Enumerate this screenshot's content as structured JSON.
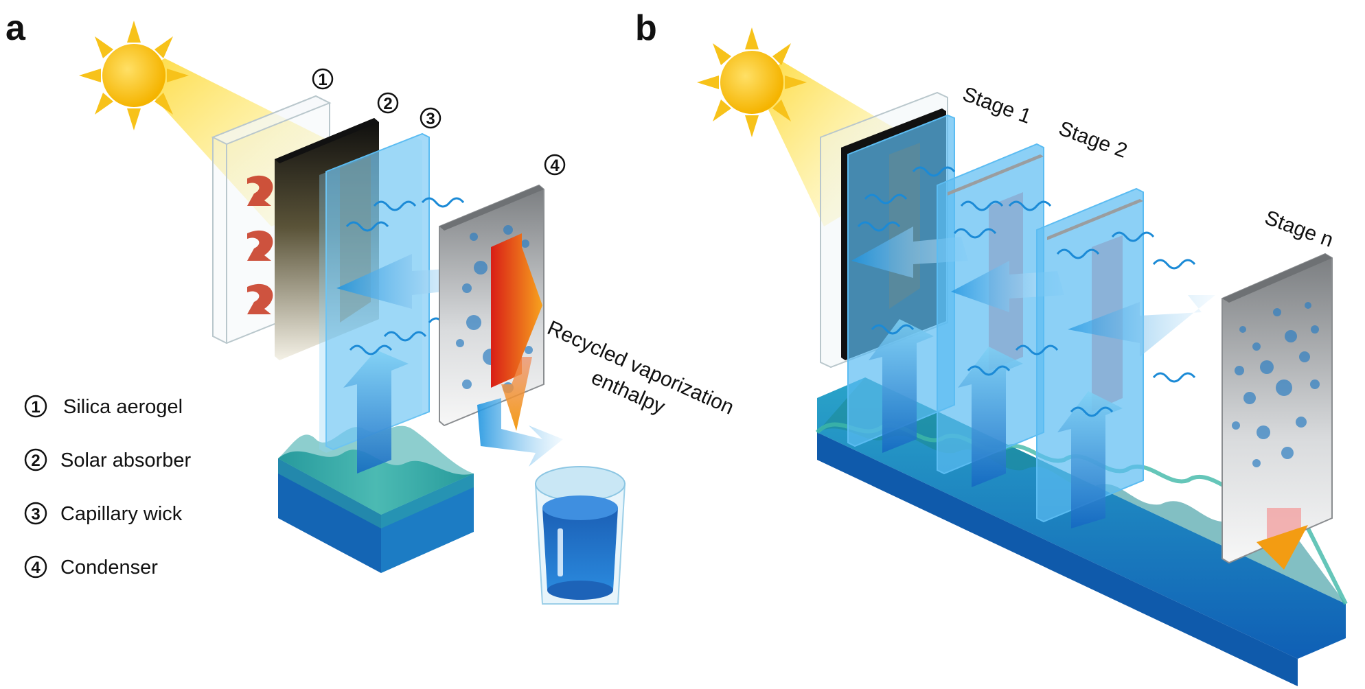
{
  "panel_a": {
    "letter": "a",
    "layer_numbers": [
      "1",
      "2",
      "3",
      "4"
    ],
    "recycled_text_line1": "Recycled vaporization",
    "recycled_text_line2": "enthalpy",
    "legend": [
      {
        "num": "1",
        "label": "Silica aerogel"
      },
      {
        "num": "2",
        "label": "Solar absorber"
      },
      {
        "num": "3",
        "label": "Capillary wick"
      },
      {
        "num": "4",
        "label": "Condenser"
      }
    ]
  },
  "panel_b": {
    "letter": "b",
    "stage_labels": [
      "Stage 1",
      "Stage 2",
      "Stage n"
    ]
  },
  "colors": {
    "sun": "#f7c21a",
    "beam": "#fde23b",
    "wick": "#5bbcf2",
    "water_top": "#3fb8a8",
    "water_side": "#1565b8",
    "vapor_wave": "#1b8ad6",
    "heat_arrow": "#e8341c",
    "heat_arrow_end": "#f6a11f",
    "aerogel_arrow": "#c9402a"
  }
}
